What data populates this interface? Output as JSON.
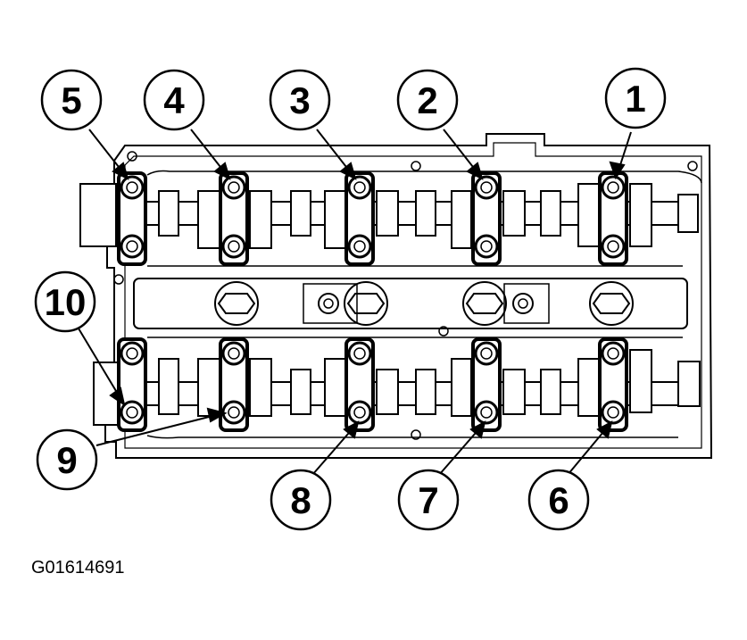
{
  "figure_id": "G01614691",
  "colors": {
    "ink": "#000000",
    "paper": "#ffffff"
  },
  "callouts": [
    {
      "label": "5"
    },
    {
      "label": "4"
    },
    {
      "label": "3"
    },
    {
      "label": "2"
    },
    {
      "label": "1"
    },
    {
      "label": "10"
    },
    {
      "label": "9"
    },
    {
      "label": "8"
    },
    {
      "label": "7"
    },
    {
      "label": "6"
    }
  ]
}
